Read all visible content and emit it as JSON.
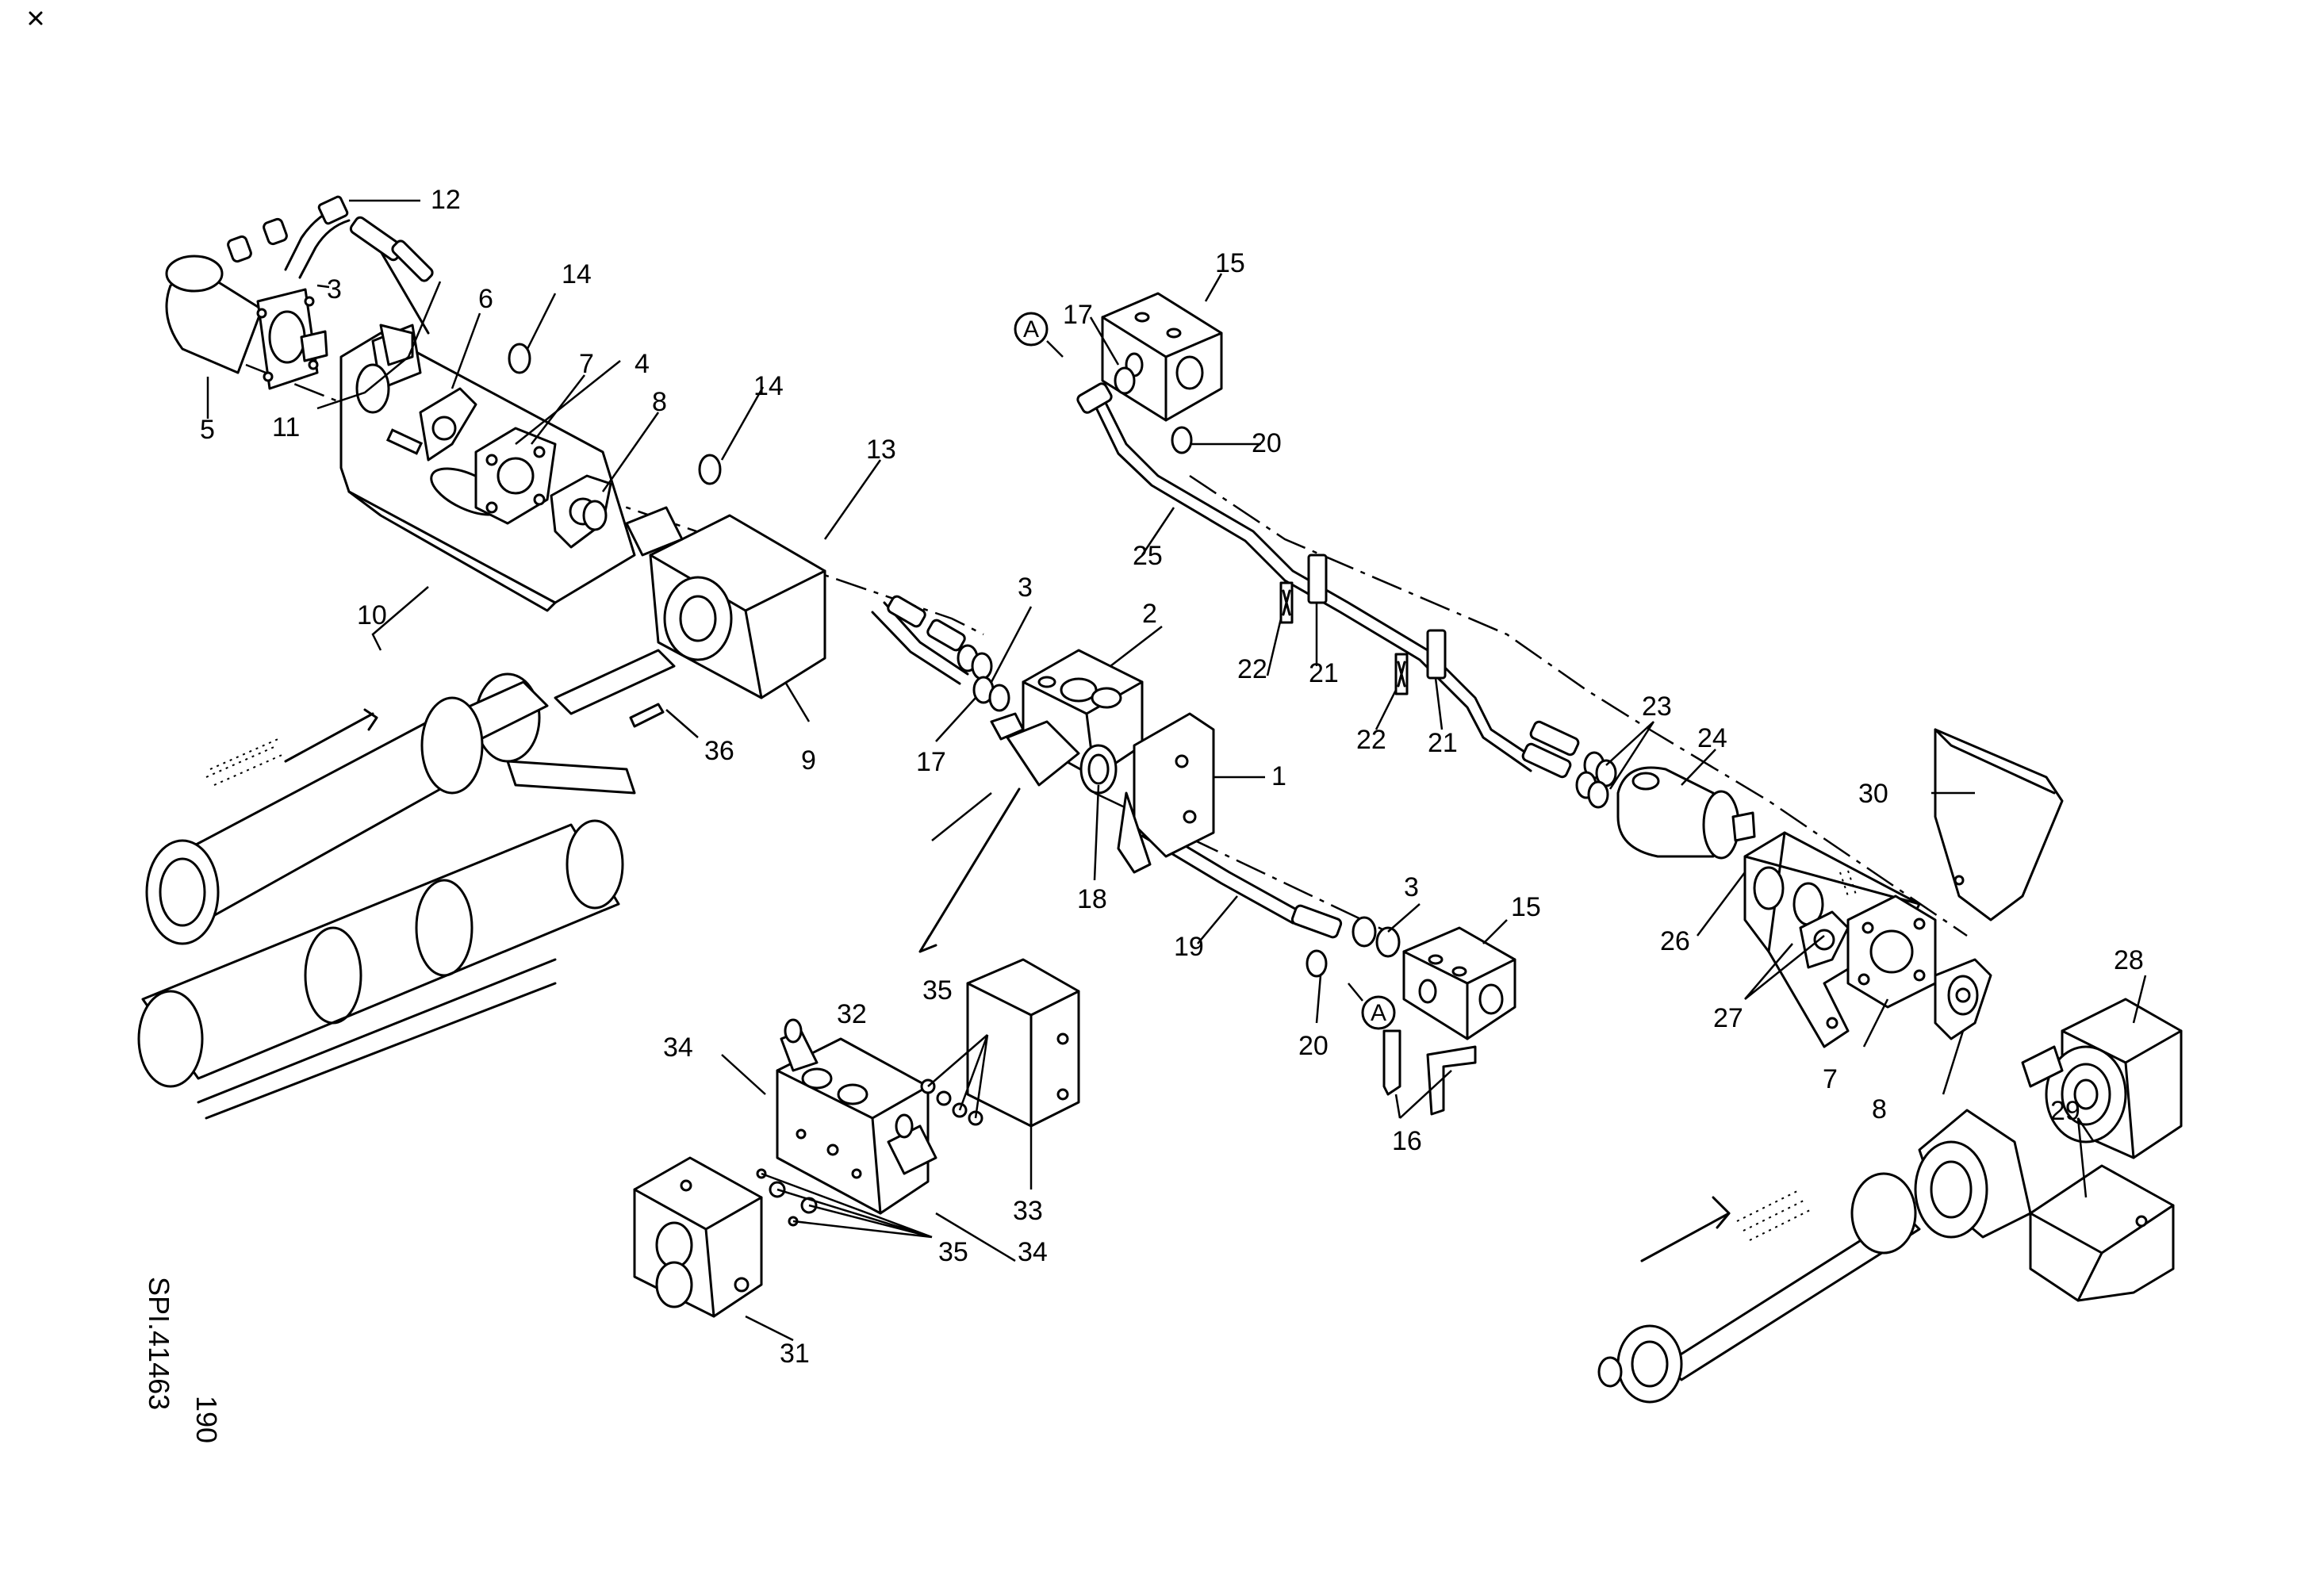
{
  "drawing": {
    "code": "SPI.41463",
    "page_number": "190",
    "reference_marker": "A"
  },
  "callouts": {
    "c1": "1",
    "c2": "2",
    "c3a": "3",
    "c3b": "3",
    "c3c": "3",
    "c4": "4",
    "c5": "5",
    "c6": "6",
    "c7a": "7",
    "c7b": "7",
    "c8a": "8",
    "c8b": "8",
    "c9": "9",
    "c10": "10",
    "c11": "11",
    "c12": "12",
    "c13": "13",
    "c14a": "14",
    "c14b": "14",
    "c15a": "15",
    "c15b": "15",
    "c16": "16",
    "c17a": "17",
    "c17b": "17",
    "c18": "18",
    "c19": "19",
    "c20a": "20",
    "c20b": "20",
    "c21a": "21",
    "c21b": "21",
    "c22a": "22",
    "c22b": "22",
    "c23": "23",
    "c24": "24",
    "c25": "25",
    "c26": "26",
    "c27": "27",
    "c28": "28",
    "c29": "29",
    "c30": "30",
    "c31": "31",
    "c32": "32",
    "c33": "33",
    "c34a": "34",
    "c34b": "34",
    "c35a": "35",
    "c35b": "35",
    "c36": "36"
  }
}
